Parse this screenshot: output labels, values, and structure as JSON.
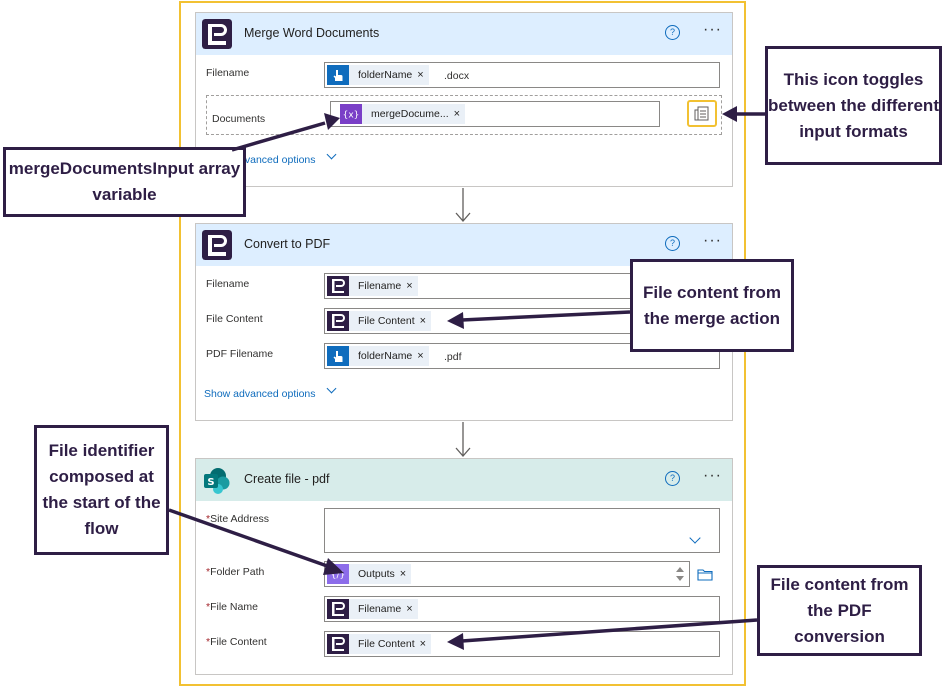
{
  "cards": {
    "merge": {
      "title": "Merge Word Documents",
      "help": "?",
      "more": "···",
      "filename_label": "Filename",
      "filename_token": "folderName",
      "filename_suffix": ".docx",
      "documents_label": "Documents",
      "documents_token": "mergeDocume...",
      "advanced": "Show advanced options"
    },
    "pdf": {
      "title": "Convert to PDF",
      "help": "?",
      "more": "···",
      "filename_label": "Filename",
      "filename_token": "Filename",
      "filecontent_label": "File Content",
      "filecontent_token": "File Content",
      "pdffilename_label": "PDF Filename",
      "pdffilename_token": "folderName",
      "pdffilename_suffix": ".pdf",
      "advanced": "Show advanced options"
    },
    "create": {
      "title": "Create file - pdf",
      "help": "?",
      "more": "···",
      "site_label": "Site Address",
      "folder_label": "Folder Path",
      "folder_token": "Outputs",
      "filename_label": "File Name",
      "filename_token": "Filename",
      "filecontent_label": "File Content",
      "filecontent_token": "File Content",
      "required_mark": "*"
    }
  },
  "token_remove": "×",
  "annotations": {
    "toggle": "This icon toggles between the different input formats",
    "merge_var": "mergeDocumentsInput array variable",
    "merge_content": "File content from the merge action",
    "file_id": "File identifier composed at the start of the flow",
    "pdf_content": "File content from the PDF conversion"
  },
  "colors": {
    "encodian": "#2e1e45",
    "variable": "#7a3fc7",
    "flow_blue": "#0f6cbd",
    "sharepoint": "#036c70",
    "highlight": "#f2c132"
  },
  "icons": {
    "app": "encodian-logo-icon",
    "sharepoint": "sharepoint-logo-icon",
    "trigger": "manual-trigger-icon",
    "variable": "variable-icon",
    "toggle": "toggle-input-mode-icon"
  }
}
